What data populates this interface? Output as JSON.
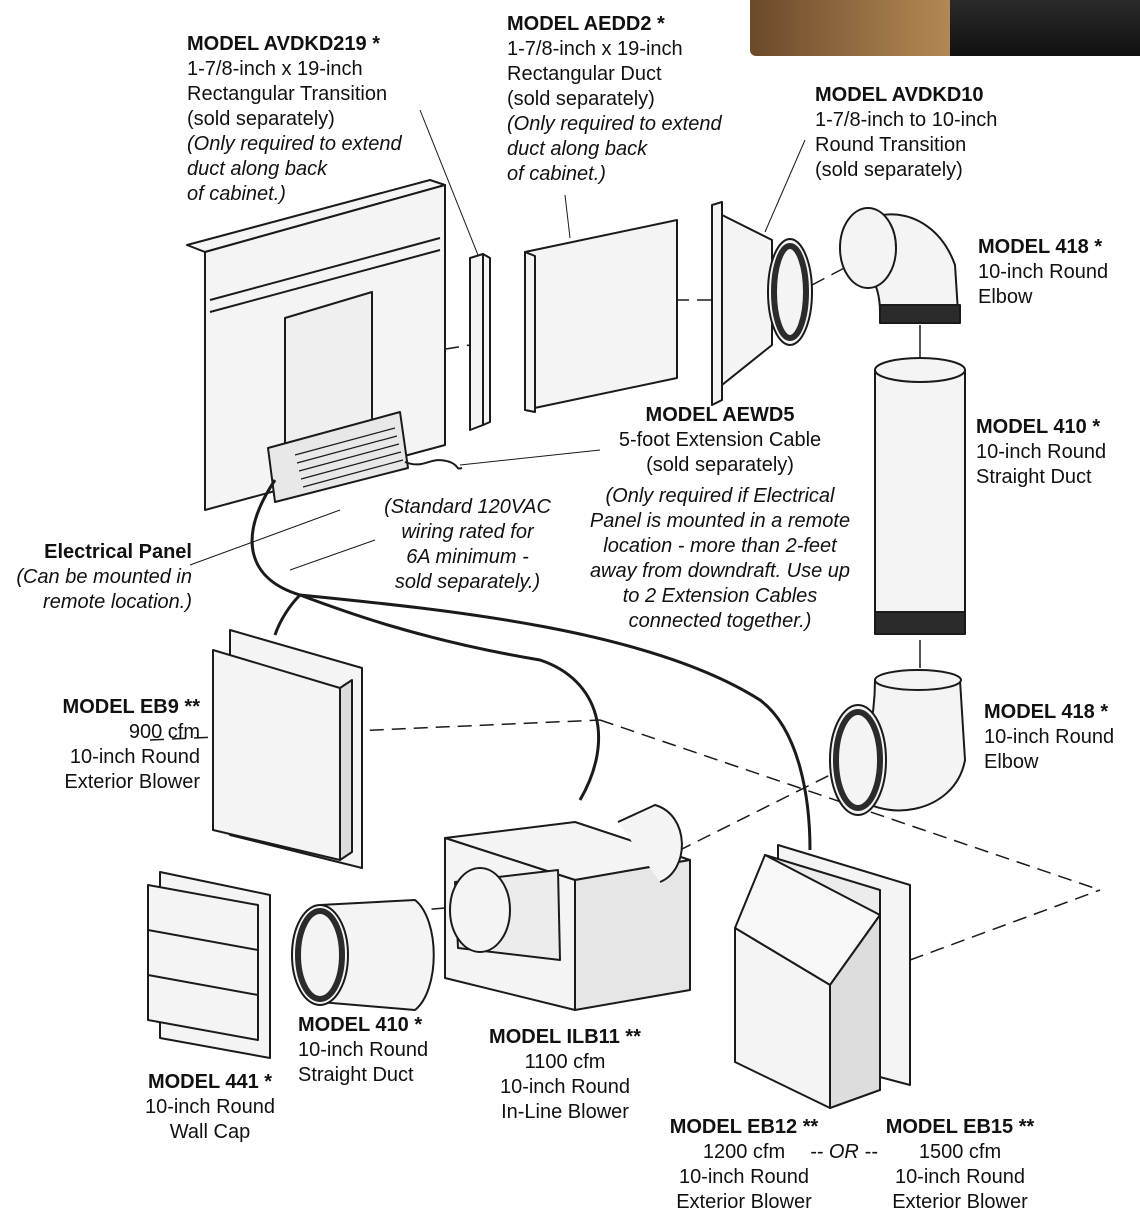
{
  "labels": {
    "avdkd219": {
      "title": "MODEL AVDKD219 *",
      "lines": [
        "1-7/8-inch x 19-inch",
        "Rectangular Transition",
        "(sold separately)"
      ],
      "notes": [
        "(Only required to extend",
        "duct along back",
        "of cabinet.)"
      ]
    },
    "aedd2": {
      "title": "MODEL AEDD2 *",
      "lines": [
        "1-7/8-inch x 19-inch",
        "Rectangular Duct",
        "(sold separately)"
      ],
      "notes": [
        "(Only required to extend",
        "duct along back",
        "of cabinet.)"
      ]
    },
    "avdkd10": {
      "title": "MODEL AVDKD10",
      "lines": [
        "1-7/8-inch to 10-inch",
        "Round Transition",
        "(sold separately)"
      ]
    },
    "m418_top": {
      "title": "MODEL 418 *",
      "lines": [
        "10-inch Round",
        "Elbow"
      ]
    },
    "m410_right": {
      "title": "MODEL 410 *",
      "lines": [
        "10-inch Round",
        "Straight Duct"
      ]
    },
    "aewd5": {
      "title": "MODEL AEWD5",
      "lines": [
        "5-foot Extension Cable",
        "(sold separately)"
      ],
      "notes": [
        "(Only required if Electrical",
        "Panel is mounted in a remote",
        "location - more than 2-feet",
        "away from downdraft. Use up",
        "to 2 Extension Cables",
        "connected together.)"
      ]
    },
    "wiring": {
      "notes": [
        "(Standard 120VAC",
        "wiring rated for",
        "6A minimum -",
        "sold separately.)"
      ]
    },
    "panel": {
      "title": "Electrical Panel",
      "notes": [
        "(Can be mounted in",
        "remote location.)"
      ]
    },
    "eb9": {
      "title": "MODEL EB9 **",
      "lines": [
        "900 cfm",
        "10-inch Round",
        "Exterior Blower"
      ]
    },
    "m418_bottom": {
      "title": "MODEL 418 *",
      "lines": [
        "10-inch Round",
        "Elbow"
      ]
    },
    "m410_bottom": {
      "title": "MODEL 410 *",
      "lines": [
        "10-inch Round",
        "Straight Duct"
      ]
    },
    "m441": {
      "title": "MODEL 441 *",
      "lines": [
        "10-inch Round",
        "Wall Cap"
      ]
    },
    "ilb11": {
      "title": "MODEL ILB11 **",
      "lines": [
        "1100 cfm",
        "10-inch Round",
        "In-Line Blower"
      ]
    },
    "eb12": {
      "title": "MODEL EB12 **",
      "lines": [
        "1200 cfm",
        "10-inch Round",
        "Exterior Blower"
      ]
    },
    "eb15": {
      "title": "MODEL EB15 **",
      "lines": [
        "1500 cfm",
        "10-inch Round",
        "Exterior Blower"
      ]
    },
    "or": "-- OR --"
  },
  "colors": {
    "line": "#1a1a1a",
    "metal": "#f2f2f2",
    "shade": "#cfcfcf",
    "dark": "#2b2b2b"
  }
}
